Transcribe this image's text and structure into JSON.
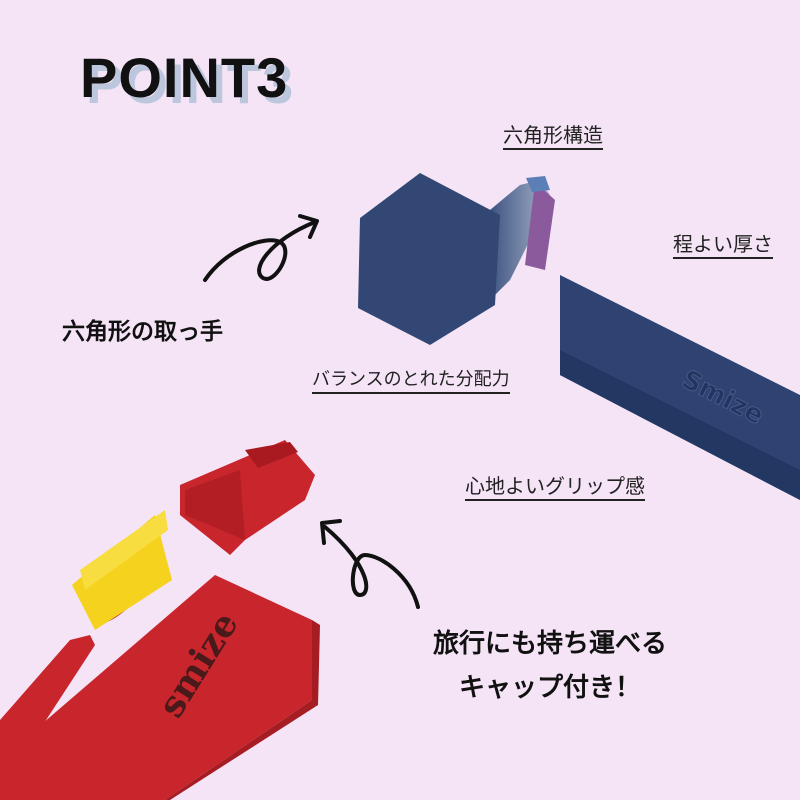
{
  "title": "POINT3",
  "labels": {
    "hex_structure": "六角形構造",
    "moderate_thickness": "程よい厚さ",
    "hex_handle": "六角形の取っ手",
    "balanced_force": "バランスのとれた分配力",
    "comfortable_grip": "心地よいグリップ感"
  },
  "caption": {
    "line1": "旅行にも持ち運べる",
    "line2": "キャップ付き！"
  },
  "product": {
    "brand_blue": "Smize",
    "brand_red": "smize"
  },
  "colors": {
    "background": "#f4e4f6",
    "title_shadow": "#bcc6dc",
    "navy": "#2f4372",
    "red": "#c8262c",
    "bristle_yellow": "#f5d21e",
    "bristle_purple": "#8a5a9c"
  }
}
